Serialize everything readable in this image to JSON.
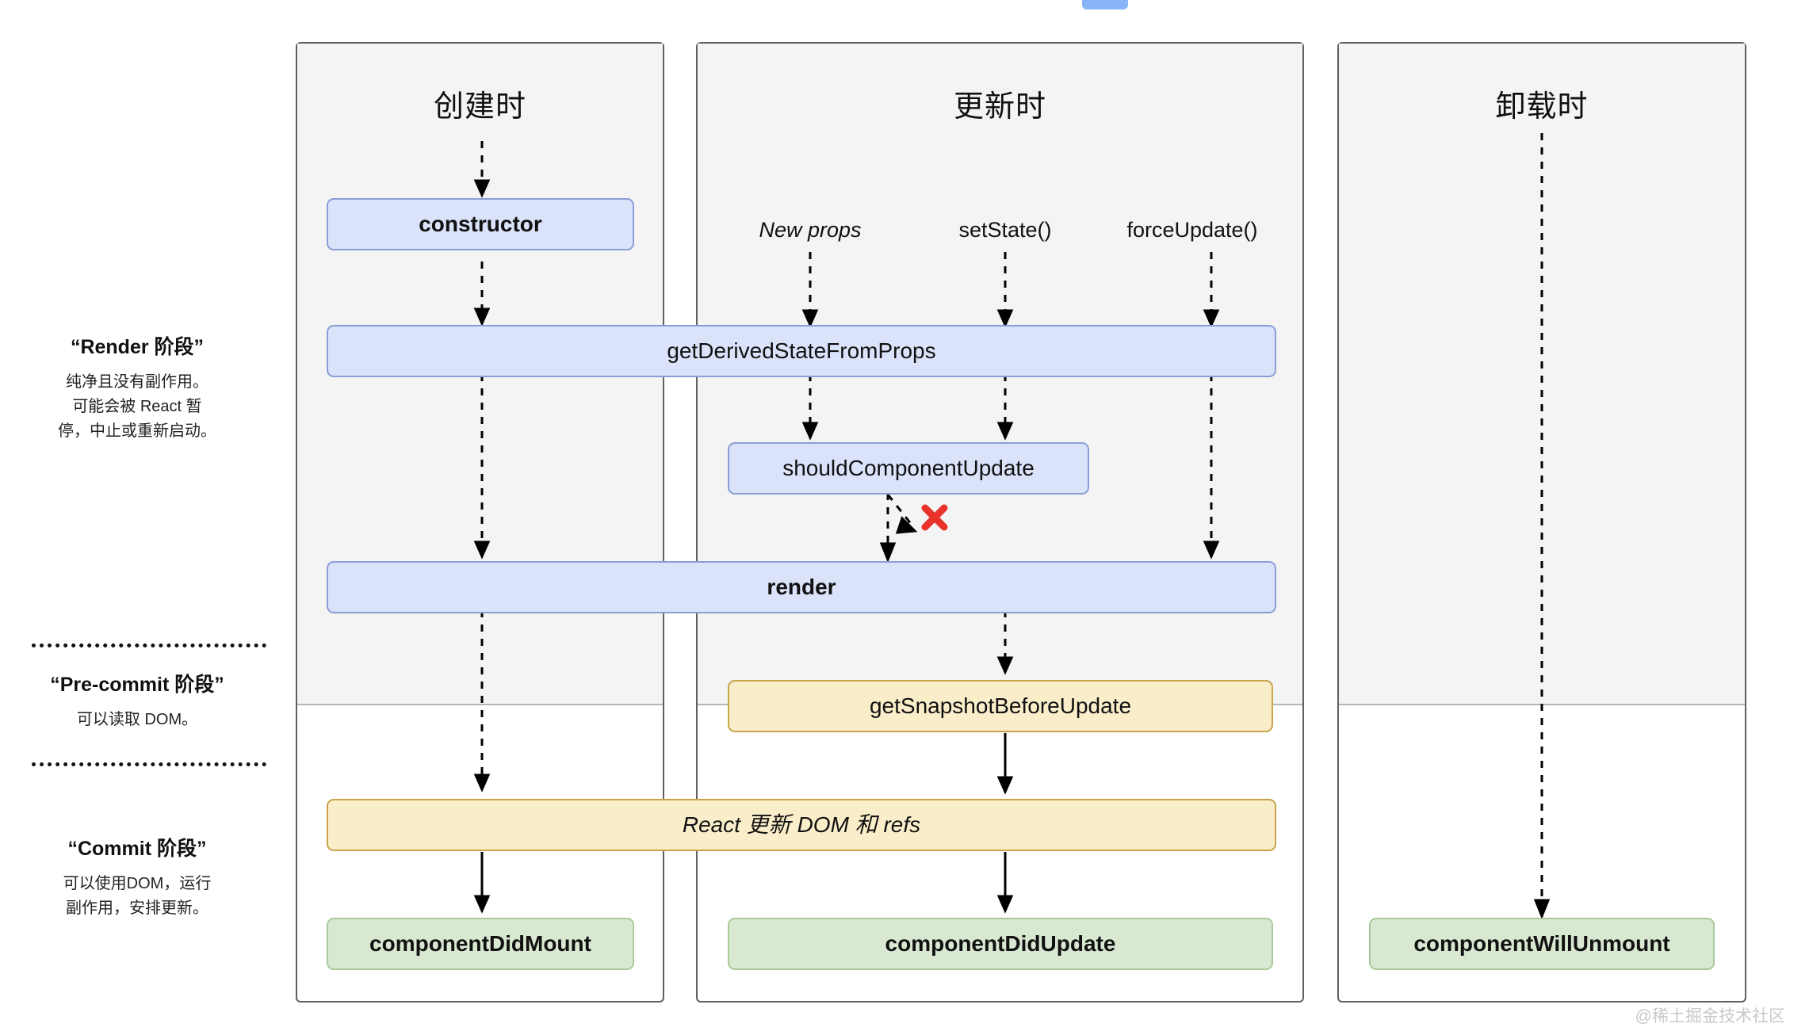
{
  "diagram": {
    "watermark": "@稀土掘金技术社区",
    "columns": [
      {
        "id": "mounting",
        "title": "创建时"
      },
      {
        "id": "updating",
        "title": "更新时"
      },
      {
        "id": "unmounting",
        "title": "卸载时"
      }
    ],
    "phases": [
      {
        "id": "render",
        "title": "“Render 阶段”",
        "body": "纯净且没有副作用。\n可能会被 React 暂\n停，中止或重新启动。",
        "lines": [
          "纯净且没有副作用。",
          "可能会被 React 暂",
          "停，中止或重新启动。"
        ]
      },
      {
        "id": "pre-commit",
        "title": "“Pre-commit 阶段”",
        "body": "可以读取 DOM。",
        "lines": [
          "可以读取 DOM。"
        ]
      },
      {
        "id": "commit",
        "title": "“Commit 阶段”",
        "body": "可以使用DOM，运行\n副作用，安排更新。",
        "lines": [
          "可以使用DOM，运行",
          "副作用，安排更新。"
        ]
      }
    ],
    "triggers": [
      {
        "id": "new-props",
        "label": "New props",
        "style": "italic"
      },
      {
        "id": "set-state",
        "label": "setState()",
        "style": "normal"
      },
      {
        "id": "force-update",
        "label": "forceUpdate()",
        "style": "normal"
      }
    ],
    "nodes": [
      {
        "id": "constructor",
        "label": "constructor",
        "color": "blue",
        "weight": "bold"
      },
      {
        "id": "get-derived-state-from-props",
        "label": "getDerivedStateFromProps",
        "color": "blue",
        "weight": "normal"
      },
      {
        "id": "should-component-update",
        "label": "shouldComponentUpdate",
        "color": "blue",
        "weight": "normal"
      },
      {
        "id": "render",
        "label": "render",
        "color": "blue",
        "weight": "bold"
      },
      {
        "id": "get-snapshot-before-update",
        "label": "getSnapshotBeforeUpdate",
        "color": "yellow",
        "weight": "normal"
      },
      {
        "id": "react-updates-dom",
        "label": "React 更新 DOM 和 refs",
        "color": "yellow",
        "weight": "italic"
      },
      {
        "id": "component-did-mount",
        "label": "componentDidMount",
        "color": "green",
        "weight": "bold"
      },
      {
        "id": "component-did-update",
        "label": "componentDidUpdate",
        "color": "green",
        "weight": "bold"
      },
      {
        "id": "component-will-unmount",
        "label": "componentWillUnmount",
        "color": "green",
        "weight": "bold"
      }
    ],
    "colors": {
      "blue_fill": "#dbe3fb",
      "blue_border": "#8a9ed6",
      "yellow_fill": "#faeeca",
      "yellow_border": "#c9a44c",
      "green_fill": "#d9e9d1",
      "green_border": "#a9c99b",
      "column_border": "#606060",
      "column_top_fill": "#f4f4f4",
      "abort_mark": "#e8322b",
      "watermark": "#c9c9c9"
    }
  }
}
